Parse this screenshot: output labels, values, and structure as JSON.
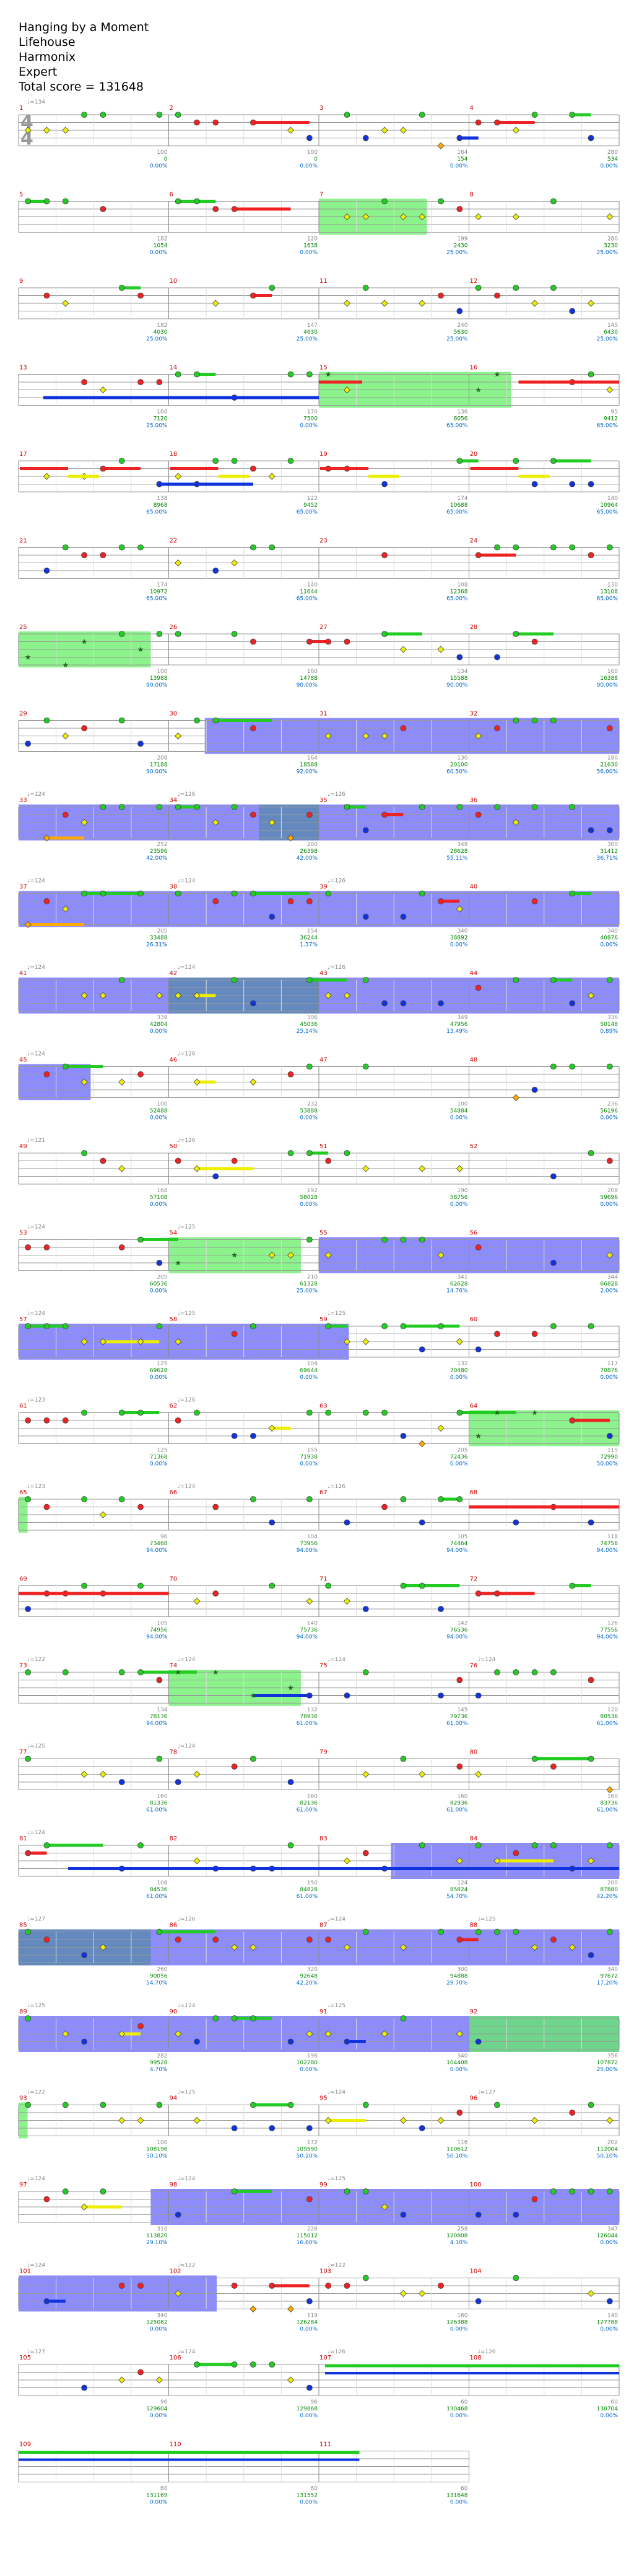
{
  "header": {
    "song": "Hanging by a Moment",
    "artist": "Lifehouse",
    "charter": "Harmonix",
    "difficulty": "Expert",
    "total_score": "Total score = 131648"
  },
  "time_signature": {
    "top": "4",
    "bottom": "4"
  },
  "colors": {
    "green": "#22cc22",
    "red": "#ee2222",
    "yellow": "#eeee00",
    "blue": "#1133dd",
    "orange": "#ffaa00",
    "starpower": "#66ee66",
    "overdrive": "#6666ff",
    "staff_line": "#999999"
  },
  "legend_icons": [
    "green-note-icon",
    "red-note-icon",
    "yellow-note-icon",
    "blue-note-icon",
    "orange-note-icon",
    "star-note-icon"
  ],
  "chart_data": {
    "type": "table",
    "rows": [
      {
        "measures": [
          "1",
          "2",
          "3",
          "4"
        ],
        "tempos": [
          "♩=134"
        ],
        "scores": [
          "0",
          "0",
          "154",
          "534"
        ],
        "pcts": [
          "0.00%",
          "0.00%",
          "0.00%",
          "0.00%"
        ],
        "ticks": [
          "100",
          "100",
          "164",
          "280"
        ]
      },
      {
        "measures": [
          "5",
          "6",
          "7",
          "8"
        ],
        "tempos": [],
        "scores": [
          "1054",
          "1638",
          "2430",
          "3230"
        ],
        "pcts": [
          "0.00%",
          "0.00%",
          "25.00%",
          "25.00%"
        ],
        "ticks": [
          "182",
          "120",
          "199",
          "280"
        ]
      },
      {
        "measures": [
          "9",
          "10",
          "11",
          "12"
        ],
        "tempos": [],
        "scores": [
          "4030",
          "4630",
          "5630",
          "6430"
        ],
        "pcts": [
          "25.00%",
          "25.00%",
          "25.00%",
          "25.00%"
        ],
        "ticks": [
          "182",
          "147",
          "240",
          "145"
        ]
      },
      {
        "measures": [
          "13",
          "14",
          "15",
          "16"
        ],
        "tempos": [],
        "scores": [
          "7120",
          "7500",
          "8056",
          "9412"
        ],
        "pcts": [
          "25.00%",
          "0.00%",
          "65.00%",
          "65.00%"
        ],
        "ticks": [
          "160",
          "170",
          "136",
          "95"
        ]
      },
      {
        "measures": [
          "17",
          "18",
          "19",
          "20"
        ],
        "tempos": [],
        "scores": [
          "8968",
          "9452",
          "10688",
          "10964"
        ],
        "pcts": [
          "65.00%",
          "65.00%",
          "65.00%",
          "65.00%"
        ],
        "ticks": [
          "138",
          "122",
          "174",
          "140"
        ]
      },
      {
        "measures": [
          "21",
          "22",
          "23",
          "24"
        ],
        "tempos": [],
        "scores": [
          "10972",
          "11644",
          "12368",
          "13108"
        ],
        "pcts": [
          "65.00%",
          "65.00%",
          "65.00%",
          "65.00%"
        ],
        "ticks": [
          "174",
          "140",
          "108",
          "130"
        ]
      },
      {
        "measures": [
          "25",
          "26",
          "27",
          "28"
        ],
        "tempos": [],
        "scores": [
          "13988",
          "14788",
          "15588",
          "16388"
        ],
        "pcts": [
          "90.00%",
          "90.00%",
          "90.00%",
          "90.00%"
        ],
        "ticks": [
          "100",
          "160",
          "134",
          "160"
        ]
      },
      {
        "measures": [
          "29",
          "30",
          "31",
          "32"
        ],
        "tempos": [],
        "scores": [
          "17188",
          "18588",
          "20100",
          "21630"
        ],
        "pcts": [
          "90.00%",
          "92.00%",
          "60.50%",
          "56.00%"
        ],
        "ticks": [
          "208",
          "164",
          "130",
          "180"
        ]
      },
      {
        "measures": [
          "33",
          "34",
          "35",
          "36"
        ],
        "tempos": [
          "♩=124",
          "♩=126",
          "♩=126"
        ],
        "scores": [
          "23596",
          "26398",
          "28628",
          "31412"
        ],
        "pcts": [
          "42.00%",
          "42.00%",
          "55.11%",
          "36.71%"
        ],
        "ticks": [
          "252",
          "200",
          "349",
          "300"
        ]
      },
      {
        "measures": [
          "37",
          "38",
          "39",
          "40"
        ],
        "tempos": [
          "♩=124",
          "♩=124",
          "♩=126"
        ],
        "scores": [
          "33488",
          "36244",
          "38892",
          "40876"
        ],
        "pcts": [
          "26.31%",
          "1.37%",
          "0.00%",
          "0.00%"
        ],
        "ticks": [
          "205",
          "154",
          "340",
          "340"
        ]
      },
      {
        "measures": [
          "41",
          "42",
          "43",
          "44"
        ],
        "tempos": [
          "♩=124",
          "♩=124",
          "♩=126"
        ],
        "scores": [
          "42804",
          "45036",
          "47956",
          "50148"
        ],
        "pcts": [
          "0.00%",
          "25.14%",
          "13.49%",
          "0.89%"
        ],
        "ticks": [
          "339",
          "306",
          "349",
          "336"
        ]
      },
      {
        "measures": [
          "45",
          "46",
          "47",
          "48"
        ],
        "tempos": [
          "♩=124",
          "♩=126"
        ],
        "scores": [
          "52488",
          "53888",
          "54884",
          "56196"
        ],
        "pcts": [
          "0.00%",
          "0.00%",
          "0.00%",
          "0.00%"
        ],
        "ticks": [
          "100",
          "232",
          "100",
          "236"
        ]
      },
      {
        "measures": [
          "49",
          "50",
          "51",
          "52"
        ],
        "tempos": [
          "♩=121",
          "♩=126"
        ],
        "scores": [
          "57108",
          "58028",
          "58756",
          "59696"
        ],
        "pcts": [
          "0.00%",
          "0.00%",
          "0.00%",
          "0.00%"
        ],
        "ticks": [
          "168",
          "192",
          "190",
          "208"
        ]
      },
      {
        "measures": [
          "53",
          "54",
          "55",
          "56"
        ],
        "tempos": [
          "♩=124",
          "♩=125"
        ],
        "scores": [
          "60536",
          "61328",
          "62628",
          "66828"
        ],
        "pcts": [
          "0.00%",
          "25.00%",
          "14.76%",
          "2.00%"
        ],
        "ticks": [
          "205",
          "210",
          "341",
          "344"
        ]
      },
      {
        "measures": [
          "57",
          "58",
          "59",
          "60"
        ],
        "tempos": [
          "♩=124",
          "♩=125",
          "♩=125"
        ],
        "scores": [
          "69628",
          "69644",
          "70480",
          "70876"
        ],
        "pcts": [
          "0.00%",
          "0.00%",
          "0.00%",
          "0.00%"
        ],
        "ticks": [
          "125",
          "104",
          "132",
          "117"
        ]
      },
      {
        "measures": [
          "61",
          "62",
          "63",
          "64"
        ],
        "tempos": [
          "♩=123",
          "♩=126"
        ],
        "scores": [
          "71368",
          "71938",
          "72436",
          "72990"
        ],
        "pcts": [
          "0.00%",
          "0.00%",
          "0.00%",
          "50.00%"
        ],
        "ticks": [
          "125",
          "155",
          "205",
          "115"
        ]
      },
      {
        "measures": [
          "65",
          "66",
          "67",
          "68"
        ],
        "tempos": [
          "♩=123",
          "♩=124",
          "♩=126"
        ],
        "scores": [
          "73468",
          "73956",
          "74464",
          "74756"
        ],
        "pcts": [
          "94.00%",
          "94.00%",
          "94.00%",
          "94.00%"
        ],
        "ticks": [
          "96",
          "104",
          "105",
          "118"
        ]
      },
      {
        "measures": [
          "69",
          "70",
          "71",
          "72"
        ],
        "tempos": [],
        "scores": [
          "74956",
          "75736",
          "76536",
          "77556"
        ],
        "pcts": [
          "94.00%",
          "94.00%",
          "94.00%",
          "94.00%"
        ],
        "ticks": [
          "105",
          "140",
          "142",
          "126"
        ]
      },
      {
        "measures": [
          "73",
          "74",
          "75",
          "76"
        ],
        "tempos": [
          "♩=122",
          "♩=124",
          "♩=124",
          "♩=124"
        ],
        "scores": [
          "78136",
          "78936",
          "79736",
          "80536"
        ],
        "pcts": [
          "94.00%",
          "61.00%",
          "61.00%",
          "61.00%"
        ],
        "ticks": [
          "134",
          "132",
          "145",
          "120"
        ]
      },
      {
        "measures": [
          "77",
          "78",
          "79",
          "80"
        ],
        "tempos": [
          "♩=125",
          "♩=124"
        ],
        "scores": [
          "81336",
          "82136",
          "82936",
          "83736"
        ],
        "pcts": [
          "61.00%",
          "61.00%",
          "61.00%",
          "61.00%"
        ],
        "ticks": [
          "160",
          "160",
          "160",
          "160"
        ]
      },
      {
        "measures": [
          "81",
          "82",
          "83",
          "84"
        ],
        "tempos": [
          "♩=124"
        ],
        "scores": [
          "84536",
          "84828",
          "85824",
          "87880"
        ],
        "pcts": [
          "61.00%",
          "61.00%",
          "54.70%",
          "42.20%"
        ],
        "ticks": [
          "108",
          "150",
          "124",
          "200"
        ]
      },
      {
        "measures": [
          "85",
          "86",
          "87",
          "88"
        ],
        "tempos": [
          "♩=127",
          "♩=126",
          "♩=124",
          "♩=125"
        ],
        "scores": [
          "90056",
          "92648",
          "94888",
          "97672"
        ],
        "pcts": [
          "54.70%",
          "42.20%",
          "29.70%",
          "17.20%"
        ],
        "ticks": [
          "260",
          "320",
          "300",
          "340"
        ]
      },
      {
        "measures": [
          "89",
          "90",
          "91",
          "92"
        ],
        "tempos": [
          "♩=125",
          "♩=124",
          "♩=125"
        ],
        "scores": [
          "99528",
          "102280",
          "104408",
          "107872"
        ],
        "pcts": [
          "4.70%",
          "0.00%",
          "0.00%",
          "25.00%"
        ],
        "ticks": [
          "282",
          "196",
          "340",
          "356"
        ]
      },
      {
        "measures": [
          "93",
          "94",
          "95",
          "96"
        ],
        "tempos": [
          "♩=122",
          "♩=125",
          "♩=124",
          "♩=127"
        ],
        "scores": [
          "108196",
          "109590",
          "110612",
          "112004"
        ],
        "pcts": [
          "50.10%",
          "50.10%",
          "50.10%",
          "50.10%"
        ],
        "ticks": [
          "100",
          "172",
          "116",
          "202"
        ]
      },
      {
        "measures": [
          "97",
          "98",
          "99",
          "100"
        ],
        "tempos": [
          "♩=124",
          "♩=124",
          "♩=125"
        ],
        "scores": [
          "113820",
          "115012",
          "120808",
          "126044"
        ],
        "pcts": [
          "29.10%",
          "16.60%",
          "4.10%",
          "0.00%"
        ],
        "ticks": [
          "310",
          "226",
          "258",
          "347"
        ]
      },
      {
        "measures": [
          "101",
          "102",
          "103",
          "104"
        ],
        "tempos": [
          "♩=124",
          "♩=122",
          "♩=122"
        ],
        "scores": [
          "125082",
          "126284",
          "126388",
          "127788"
        ],
        "pcts": [
          "0.00%",
          "0.00%",
          "0.00%",
          "0.00%"
        ],
        "ticks": [
          "340",
          "119",
          "160",
          "140"
        ]
      },
      {
        "measures": [
          "105",
          "106",
          "107",
          "108"
        ],
        "tempos": [
          "♩=127",
          "♩=124",
          "♩=126",
          "♩=126"
        ],
        "scores": [
          "129604",
          "129868",
          "130468",
          "130704"
        ],
        "pcts": [
          "0.00%",
          "0.00%",
          "0.00%",
          "0.00%"
        ],
        "ticks": [
          "96",
          "96",
          "60",
          "60"
        ]
      },
      {
        "measures": [
          "109",
          "110",
          "111"
        ],
        "tempos": [],
        "scores": [
          "131169",
          "131552",
          "131648"
        ],
        "pcts": [
          "0.00%",
          "0.00%",
          "0.00%"
        ],
        "ticks": [
          "60",
          "60",
          "60"
        ]
      }
    ]
  }
}
